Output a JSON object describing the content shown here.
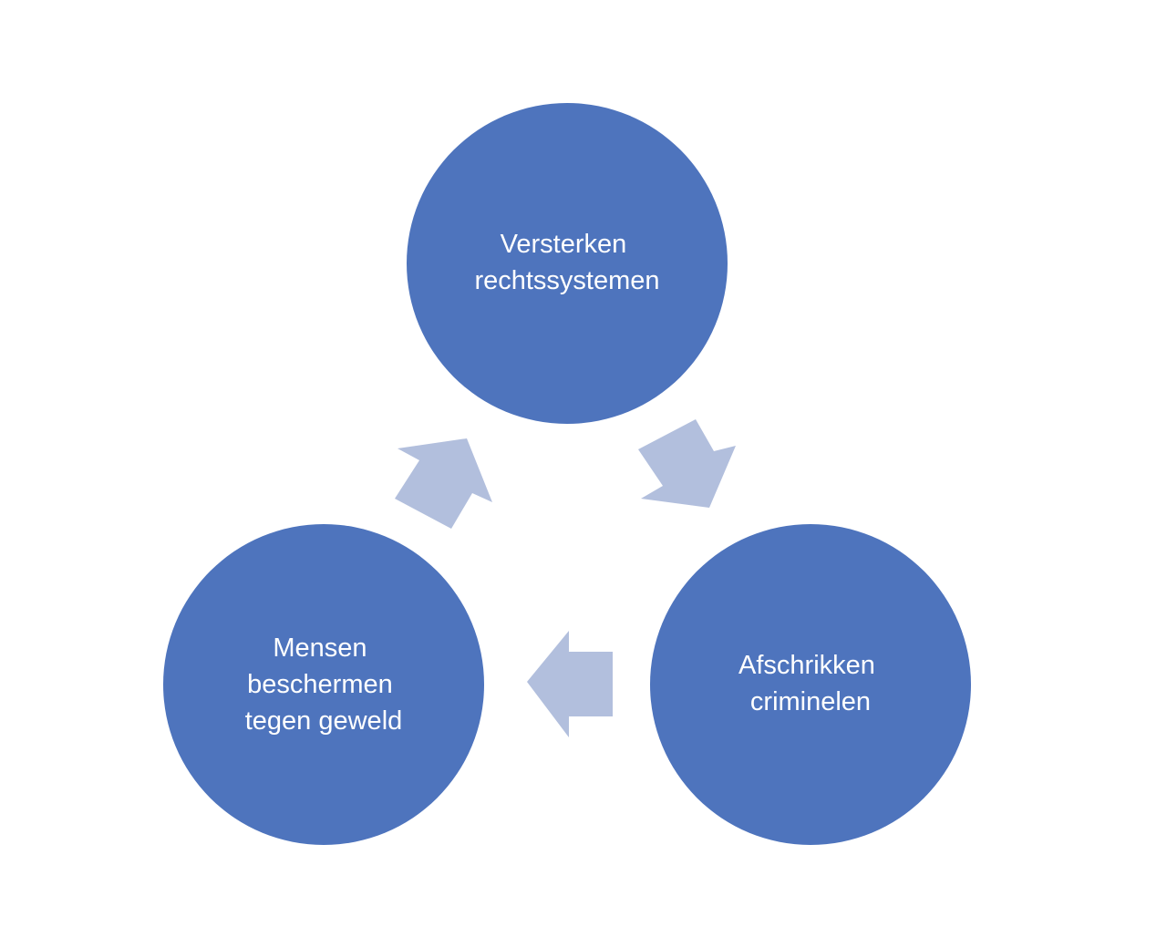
{
  "diagram": {
    "type": "cycle",
    "colors": {
      "node_fill": "#4e74bd",
      "arrow_fill": "#b2bfdd",
      "label_text": "#ffffff",
      "background": "#ffffff"
    },
    "nodes": [
      {
        "id": "top",
        "lines": [
          "Versterken",
          "rechtssystemen"
        ]
      },
      {
        "id": "right",
        "lines": [
          "Afschrikken",
          "criminelen"
        ]
      },
      {
        "id": "left",
        "lines": [
          "Mensen",
          "beschermen",
          "tegen geweld"
        ]
      }
    ],
    "edges": [
      {
        "from": "top",
        "to": "right"
      },
      {
        "from": "right",
        "to": "left"
      },
      {
        "from": "left",
        "to": "top"
      }
    ]
  }
}
